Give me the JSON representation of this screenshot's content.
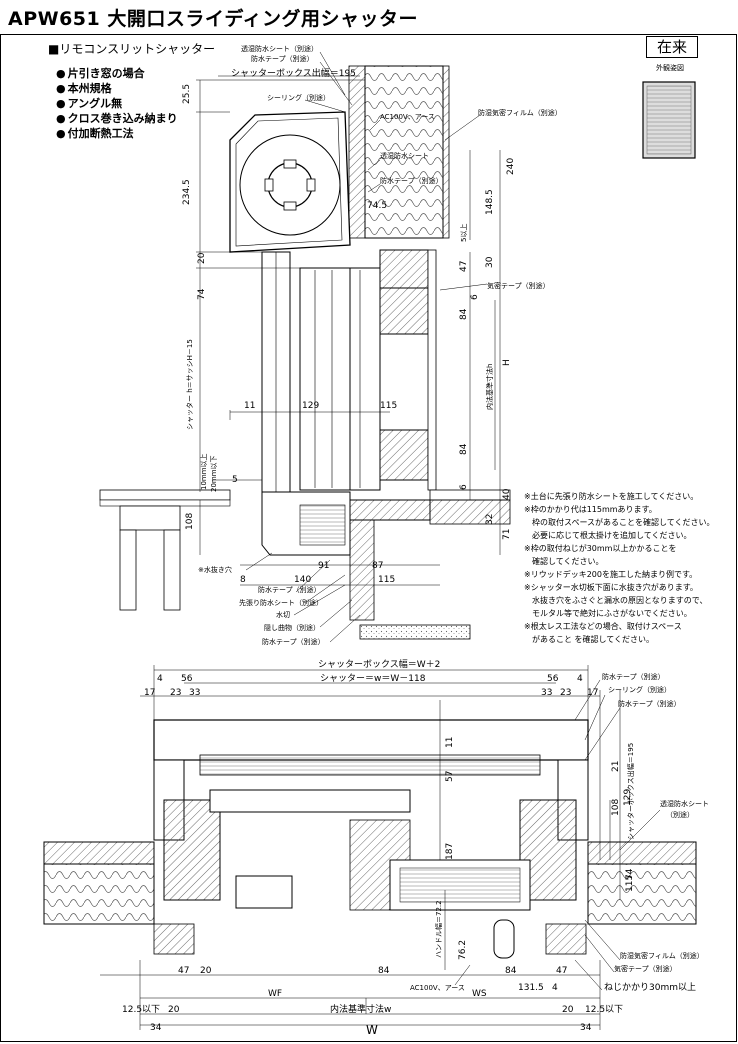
{
  "title": "APW651 大開口スライディング用シャッター",
  "subtitle": "■リモコンスリットシャッター",
  "badge": "在来",
  "exterior_label": "外観姿図",
  "conditions": [
    "片引き窓の場合",
    "本州規格",
    "アングル無",
    "クロス巻き込み納まり",
    "付加断熱工法"
  ],
  "notes": [
    "※土台に先張り防水シートを施工してください。",
    "※枠のかかり代は115mmあります。",
    "　枠の取付スペースがあることを確認してください。",
    "　必要に応じて根太掛けを追加してください。",
    "※枠の取付ねじが30mm以上かかることを",
    "　確認してください。",
    "※リウッドデッキ200を施工した納まり例です。",
    "※シャッター水切板下面に水抜き穴があります。",
    "　水抜き穴をふさぐと漏水の原因となりますので、",
    "　モルタル等で絶対にふさがないでください。",
    "※根太レス工法などの場合、取付けスペース",
    "　があること を確認してください。"
  ],
  "section": {
    "box_depth": "シャッターボックス出幅＝195",
    "labels": {
      "breather_sheet": "透湿防水シート（別途）",
      "waterproof_tape": "防水テープ（別途）",
      "sealing": "シーリング（別途）",
      "ac100v": "AC100V、アース",
      "vapor_film": "防湿気密フィルム（別途）",
      "breather_sheet2": "透湿防水シート",
      "waterproof_tape2": "防水テープ（別途）",
      "airtight_tape": "気密テープ（別途）",
      "drain_hole": "※水抜き穴",
      "waterproof_tape3": "防水テープ（別途）",
      "pre_sheet": "先張り防水シート（別途）",
      "flashing": "水切",
      "hidden_bend": "隠し曲物（別途）",
      "waterproof_tape4": "防水テープ（別途）"
    },
    "dims": {
      "d25_5": "25.5",
      "d234_5": "234.5",
      "d20": "20",
      "d74": "74",
      "shutter_h": "シャッター h＝サッシH－15",
      "d11": "11",
      "d129": "129",
      "d115": "115",
      "d10": "10mm以上",
      "d20b": "20mm以下",
      "d5": "5",
      "d108": "108",
      "d8": "8",
      "d140": "140",
      "d91": "91",
      "d87": "87",
      "d115b": "115",
      "d240": "240",
      "d148_5": "148.5",
      "d74_5": "74.5",
      "d5up": "5以上",
      "d47": "47",
      "d30": "30",
      "d6": "6",
      "d84": "84",
      "inner_h": "内法基準寸法h",
      "H": "H",
      "d84b": "84",
      "d6b": "6",
      "d40": "40",
      "d32": "32",
      "d71": "71"
    }
  },
  "plan": {
    "box_width": "シャッターボックス幅＝W＋2",
    "shutter_w": "シャッター＝w＝W－118",
    "top_left": [
      "4",
      "56",
      "17",
      "23",
      "33"
    ],
    "top_right": [
      "56",
      "4",
      "33",
      "23",
      "17"
    ],
    "labels": {
      "waterproof_tape": "防水テープ（別途）",
      "sealing": "シーリング（別途）",
      "waterproof_tape2": "防水テープ（別途）",
      "box_depth": "シャッターボックス出幅＝195",
      "breather": "透湿防水シート",
      "breather2": "（別途）",
      "vapor_film": "防湿気密フィルム（別途）",
      "airtight": "気密テープ（別途）",
      "screw": "ねじかかり30mm以上",
      "ac100v": "AC100V、アース",
      "handle": "ハンドル幅＝72.2"
    },
    "dims": {
      "d11": "11",
      "d57": "57",
      "d187": "187",
      "d21": "21",
      "d129": "129",
      "d108": "108",
      "d74": "74",
      "d115": "115",
      "d76_2": "76.2",
      "b47": "47",
      "b20": "20",
      "b84": "84",
      "b84b": "84",
      "b47b": "47",
      "b131_5": "131.5",
      "b4": "4",
      "WF": "WF",
      "WS": "WS",
      "c12_5": "12.5以下",
      "c20": "20",
      "inner_w": "内法基準寸法w",
      "c20b": "20",
      "c12_5b": "12.5以下",
      "c34": "34",
      "W": "W",
      "c34b": "34"
    }
  }
}
